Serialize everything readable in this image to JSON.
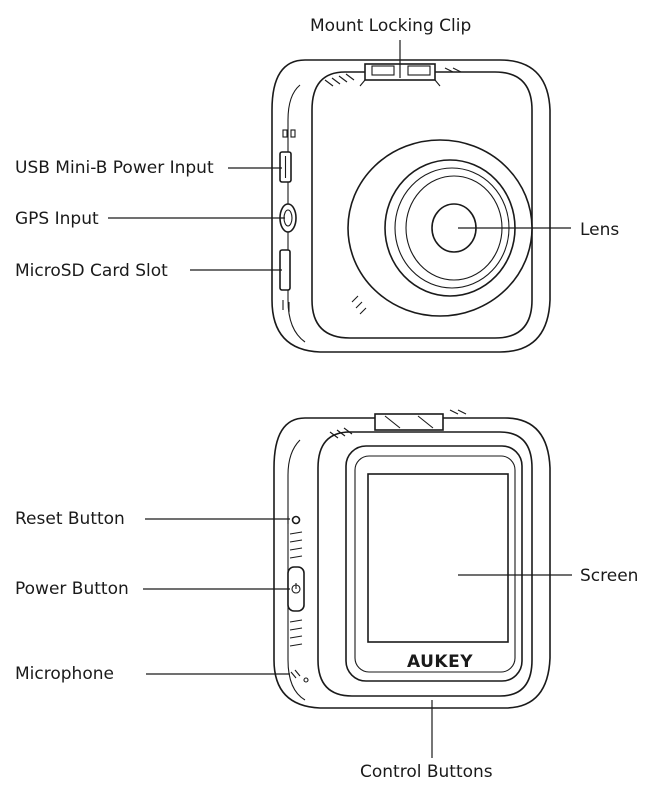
{
  "top_view": {
    "callouts": {
      "mount_clip": "Mount Locking Clip",
      "usb": "USB Mini-B Power Input",
      "gps": "GPS Input",
      "microsd": "MicroSD Card Slot",
      "lens": "Lens"
    }
  },
  "bottom_view": {
    "brand": "AUKEY",
    "callouts": {
      "reset": "Reset Button",
      "power": "Power Button",
      "microphone": "Microphone",
      "screen": "Screen",
      "control": "Control Buttons"
    }
  },
  "colors": {
    "line": "#1a1a1a",
    "background": "#ffffff"
  }
}
